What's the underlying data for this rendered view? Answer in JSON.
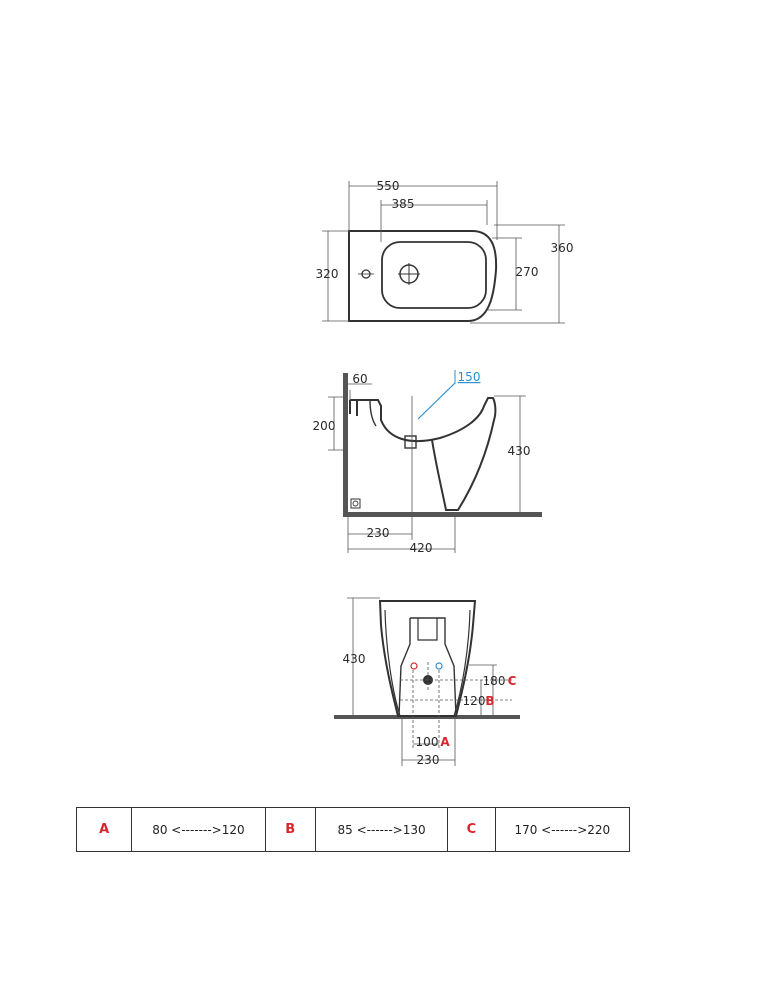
{
  "top_view": {
    "width_total": "550",
    "width_bowl": "385",
    "depth_left": "320",
    "depth_bowl": "270",
    "depth_total": "360"
  },
  "side_view": {
    "wall_offset": "60",
    "water_height": "150",
    "rim_height": "200",
    "height": "430",
    "drain_offset": "230",
    "depth": "420"
  },
  "front_view": {
    "height": "430",
    "pipe_c": "180",
    "pipe_b": "120",
    "spacing_a": "100",
    "width": "230",
    "label_a": "A",
    "label_b": "B",
    "label_c": "C"
  },
  "colors": {
    "line": "#333333",
    "dim": "#555555",
    "blue": "#2b8fd0",
    "red": "#d8262e"
  },
  "table": [
    {
      "key": "A",
      "range": "80 <------->120"
    },
    {
      "key": "B",
      "range": "85 <------>130"
    },
    {
      "key": "C",
      "range": "170 <------>220"
    }
  ]
}
